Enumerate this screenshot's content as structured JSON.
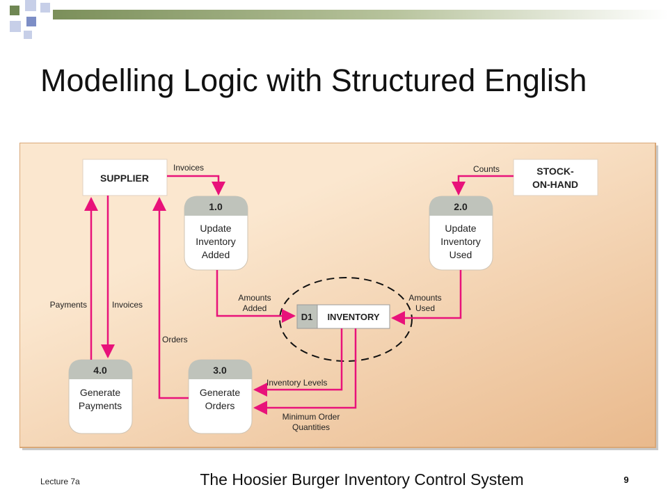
{
  "slide": {
    "title": "Modelling Logic with Structured English",
    "footer_left": "Lecture 7a",
    "footer_center": "The Hoosier Burger Inventory Control System",
    "page_number": "9"
  },
  "colors": {
    "flow": "#e8127a",
    "panel_light": "#fbe7cf",
    "panel_dark": "#e9b98c",
    "process_header": "#bfc3bb",
    "store_id": "#bfc3bb"
  },
  "diagram": {
    "entities": {
      "supplier": {
        "label": "SUPPLIER"
      },
      "stock_on_hand": {
        "line1": "STOCK-",
        "line2": "ON-HAND"
      }
    },
    "processes": {
      "p1": {
        "id": "1.0",
        "line1": "Update",
        "line2": "Inventory",
        "line3": "Added"
      },
      "p2": {
        "id": "2.0",
        "line1": "Update",
        "line2": "Inventory",
        "line3": "Used"
      },
      "p3": {
        "id": "3.0",
        "line1": "Generate",
        "line2": "Orders"
      },
      "p4": {
        "id": "4.0",
        "line1": "Generate",
        "line2": "Payments"
      }
    },
    "store": {
      "id": "D1",
      "label": "INVENTORY"
    },
    "flows": {
      "invoices_top": "Invoices",
      "counts": "Counts",
      "amounts_added_1": "Amounts",
      "amounts_added_2": "Added",
      "amounts_used_1": "Amounts",
      "amounts_used_2": "Used",
      "payments": "Payments",
      "invoices_left": "Invoices",
      "orders": "Orders",
      "inventory_levels": "Inventory Levels",
      "min_order_1": "Minimum Order",
      "min_order_2": "Quantities"
    }
  }
}
